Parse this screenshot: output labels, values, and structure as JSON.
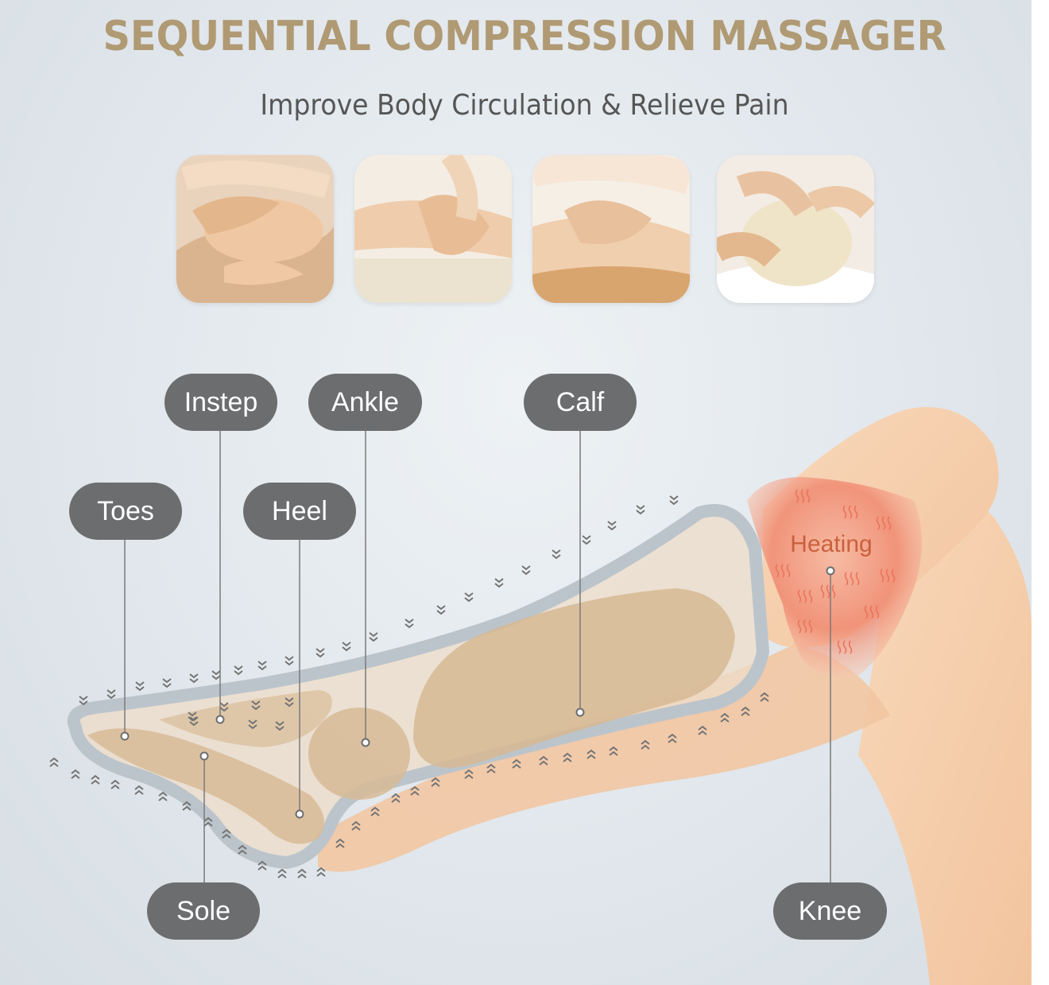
{
  "header": {
    "title": "SEQUENTIAL COMPRESSION MASSAGER",
    "subtitle": "Improve Body Circulation & Relieve Pain"
  },
  "labels": {
    "instep": "Instep",
    "ankle": "Ankle",
    "calf": "Calf",
    "toes": "Toes",
    "heel": "Heel",
    "sole": "Sole",
    "knee": "Knee",
    "heating": "Heating"
  },
  "colors": {
    "title": "#b09a74",
    "subtitle": "#565656",
    "pill": "#6b6d6f",
    "heat": "#e8735a",
    "skin": "#f3cfaa"
  }
}
